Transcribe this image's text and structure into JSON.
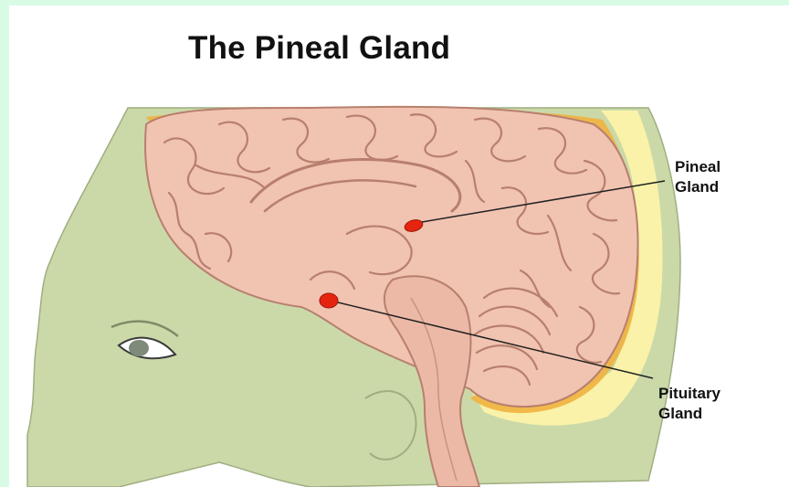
{
  "title": "The Pineal Gland",
  "labels": {
    "pineal": [
      "Pineal",
      "Gland"
    ],
    "pituitary": [
      "Pituitary",
      "Gland"
    ]
  },
  "colors": {
    "page_border": "#d8fbe6",
    "head_skin": "#cbd9a9",
    "skull_outer": "#fbf3a8",
    "skull_inner": "#f0b13f",
    "brain": "#f1c3b1",
    "brain_fold": "#b87f6e",
    "gland": "#e52410",
    "pointer_line": "#222222"
  }
}
